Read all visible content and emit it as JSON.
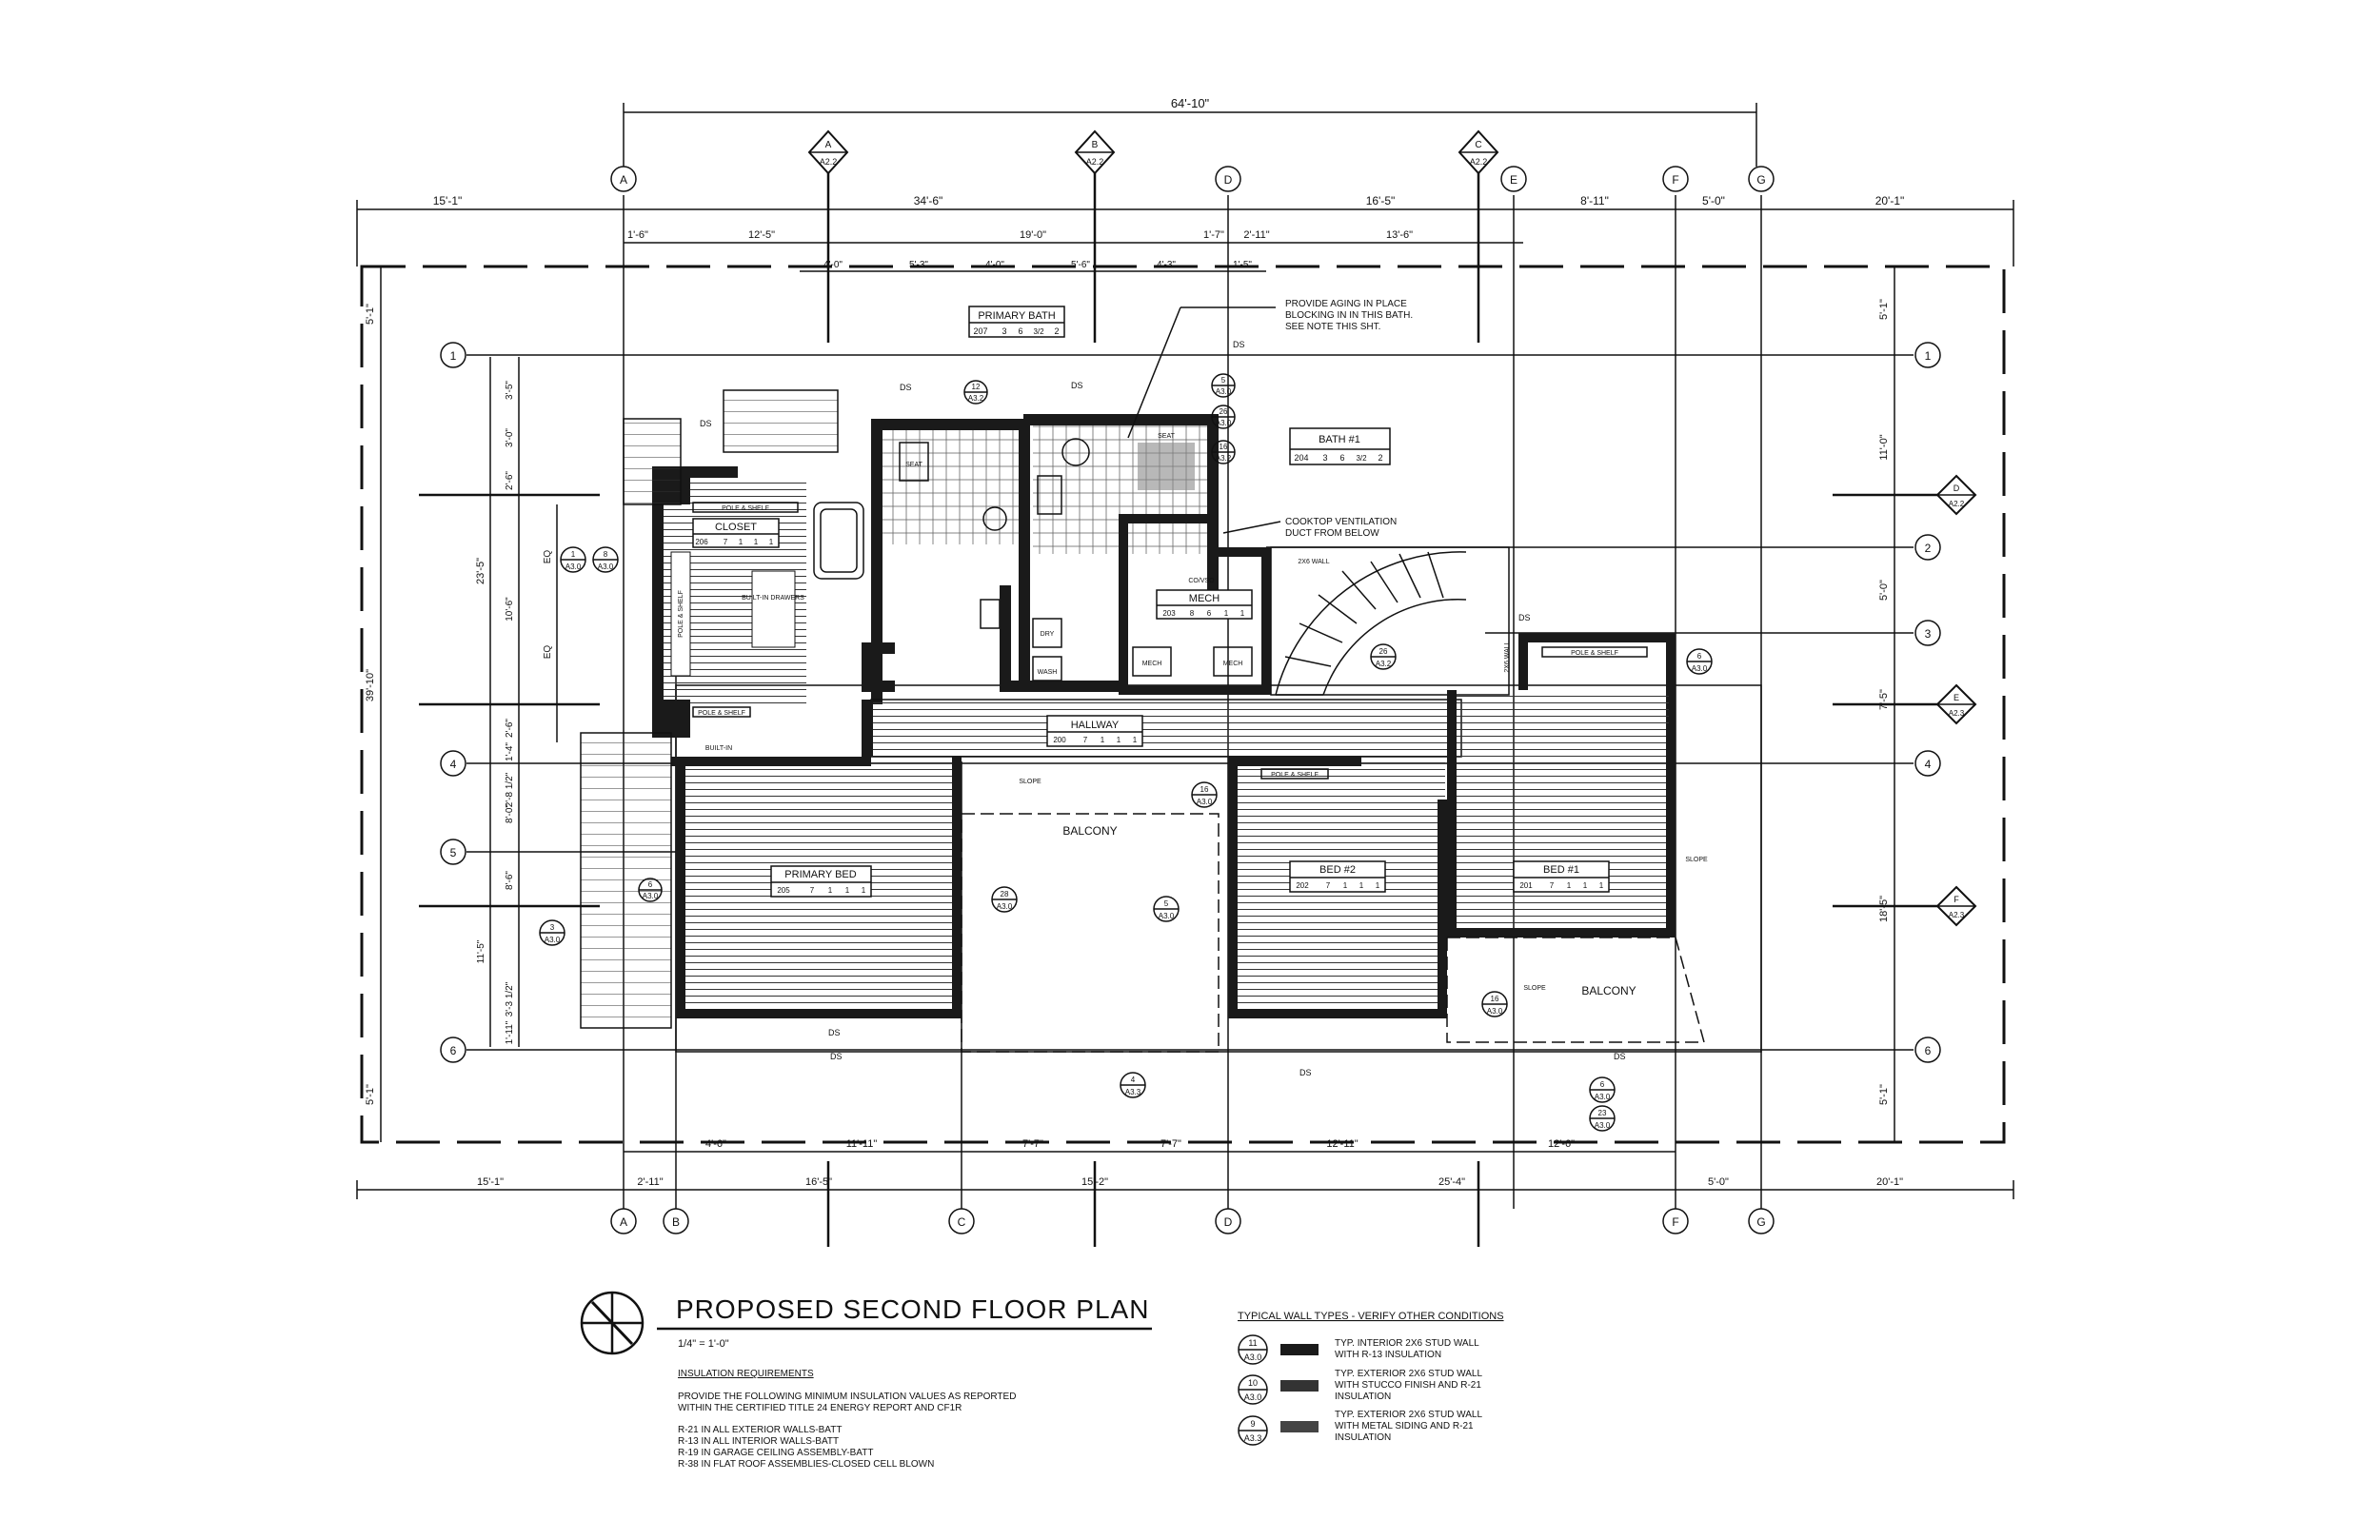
{
  "overall_dimension": "64'-10\"",
  "grid_columns": [
    "A",
    "B",
    "C",
    "D",
    "E",
    "F",
    "G"
  ],
  "grid_rows": [
    "1",
    "2",
    "3",
    "4",
    "5",
    "6"
  ],
  "top_dimensions": [
    "15'-1\"",
    "34'-6\"",
    "16'-5\"",
    "8'-11\"",
    "5'-0\"",
    "20'-1\""
  ],
  "top_dimensions_2": [
    "1'-6\"",
    "12'-5\"",
    "19'-0\"",
    "1'-7\"",
    "2'-11\"",
    "13'-6\""
  ],
  "top_dimensions_3": [
    "4'-0\"",
    "5'-3\"",
    "4'-0\"",
    "5'-6\"",
    "4'-3\"",
    "1'-5\""
  ],
  "bottom_dimensions": [
    "15'-1\"",
    "2'-11\"",
    "16'-5\"",
    "15'-2\"",
    "25'-4\"",
    "5'-0\"",
    "20'-1\""
  ],
  "bottom_dimensions_2": [
    "4'-6\"",
    "11'-11\"",
    "7'-7\"",
    "7'-7\"",
    "12'-11\"",
    "12'-6\""
  ],
  "left_dimensions": [
    "5'-1\"",
    "39'-10\"",
    "23'-5\"",
    "3'-5\"",
    "3'-0\"",
    "2'-6\"",
    "10'-6\"",
    "EQ",
    "EQ",
    "2'-6\"",
    "1'-4\"",
    "2'-8 1/2\"",
    "8'-0\"",
    "8'-6\"",
    "11'-5\"",
    "3'-3 1/2\"",
    "1'-11\"",
    "5'-1\""
  ],
  "right_dimensions": [
    "5'-1\"",
    "11'-0\"",
    "5'-0\"",
    "7'-5\"",
    "18'-5\"",
    "5'-1\""
  ],
  "section_markers": [
    {
      "letter": "A",
      "sheet": "A2.2"
    },
    {
      "letter": "B",
      "sheet": "A2.2"
    },
    {
      "letter": "C",
      "sheet": "A2.2"
    },
    {
      "letter": "D",
      "sheet": "A2.2"
    },
    {
      "letter": "E",
      "sheet": "A2.3"
    },
    {
      "letter": "F",
      "sheet": "A2.3"
    }
  ],
  "detail_callouts": [
    {
      "num": "1",
      "sheet": "A3.0"
    },
    {
      "num": "8",
      "sheet": "A3.0"
    },
    {
      "num": "3",
      "sheet": "A3.0"
    },
    {
      "num": "5",
      "sheet": "A3.0"
    },
    {
      "num": "26",
      "sheet": "A3.0"
    },
    {
      "num": "16",
      "sheet": "A3.2"
    },
    {
      "num": "12",
      "sheet": "A3.2"
    },
    {
      "num": "26",
      "sheet": "A3.2"
    },
    {
      "num": "6",
      "sheet": "A3.0"
    },
    {
      "num": "16",
      "sheet": "A3.0"
    },
    {
      "num": "28",
      "sheet": "A3.0"
    },
    {
      "num": "5",
      "sheet": "A3.0"
    },
    {
      "num": "4",
      "sheet": "A3.3"
    },
    {
      "num": "16",
      "sheet": "A3.0"
    },
    {
      "num": "6",
      "sheet": "A3.0"
    },
    {
      "num": "23",
      "sheet": "A3.0"
    },
    {
      "num": "6",
      "sheet": "A3.0"
    }
  ],
  "rooms": [
    {
      "name": "PRIMARY BATH",
      "number": "207",
      "finishes": [
        "3",
        "6",
        "3/2",
        "2"
      ]
    },
    {
      "name": "BATH #1",
      "number": "204",
      "finishes": [
        "3",
        "6",
        "3/2",
        "2"
      ]
    },
    {
      "name": "CLOSET",
      "number": "206",
      "finishes": [
        "7",
        "1",
        "1",
        "1"
      ]
    },
    {
      "name": "MECH",
      "number": "203",
      "finishes": [
        "8",
        "6",
        "1",
        "1"
      ]
    },
    {
      "name": "HALLWAY",
      "number": "200",
      "finishes": [
        "7",
        "1",
        "1",
        "1"
      ]
    },
    {
      "name": "PRIMARY BED",
      "number": "205",
      "finishes": [
        "7",
        "1",
        "1",
        "1"
      ]
    },
    {
      "name": "BED #2",
      "number": "202",
      "finishes": [
        "7",
        "1",
        "1",
        "1"
      ]
    },
    {
      "name": "BED #1",
      "number": "201",
      "finishes": [
        "7",
        "1",
        "1",
        "1"
      ]
    }
  ],
  "labels": {
    "balcony_1": "BALCONY",
    "balcony_2": "BALCONY",
    "pole_shelf": "POLE & SHELF",
    "built_in": "BUILT-IN",
    "built_in_drawers": "BUILT-IN DRAWERS",
    "slope": "SLOPE",
    "ds": "DS",
    "seat": "SEAT",
    "co_vso": "CO/VSO",
    "mech": "MECH",
    "wash": "WASH",
    "dry": "DRY",
    "wall_2x6": "2X6 WALL"
  },
  "notes": {
    "aging_in_place": [
      "PROVIDE AGING IN PLACE",
      "BLOCKING IN IN THIS BATH.",
      "SEE NOTE THIS SHT."
    ],
    "cooktop": [
      "COOKTOP VENTILATION",
      "DUCT FROM BELOW"
    ]
  },
  "title": "PROPOSED SECOND FLOOR PLAN",
  "scale": "1/4\" = 1'-0\"",
  "insulation": {
    "heading": "INSULATION REQUIREMENTS",
    "intro": [
      "PROVIDE THE FOLLOWING MINIMUM INSULATION VALUES AS REPORTED",
      "WITHIN THE CERTIFIED TITLE 24 ENERGY REPORT AND CF1R"
    ],
    "items": [
      "R-21  IN ALL EXTERIOR WALLS-BATT",
      "R-13  IN ALL INTERIOR WALLS-BATT",
      "R-19  IN GARAGE CEILING ASSEMBLY-BATT",
      "R-38  IN FLAT ROOF ASSEMBLIES-CLOSED CELL BLOWN"
    ]
  },
  "wall_types": {
    "heading": "TYPICAL WALL TYPES - VERIFY OTHER CONDITIONS",
    "items": [
      {
        "num": "11",
        "sheet": "A3.0",
        "lines": [
          "TYP. INTERIOR 2X6 STUD WALL",
          "WITH R-13 INSULATION"
        ]
      },
      {
        "num": "10",
        "sheet": "A3.0",
        "lines": [
          "TYP. EXTERIOR 2X6 STUD WALL",
          "WITH STUCCO FINISH AND R-21",
          "INSULATION"
        ]
      },
      {
        "num": "9",
        "sheet": "A3.3",
        "lines": [
          "TYP. EXTERIOR 2X6 STUD WALL",
          "WITH METAL SIDING AND R-21",
          "INSULATION"
        ]
      }
    ]
  }
}
